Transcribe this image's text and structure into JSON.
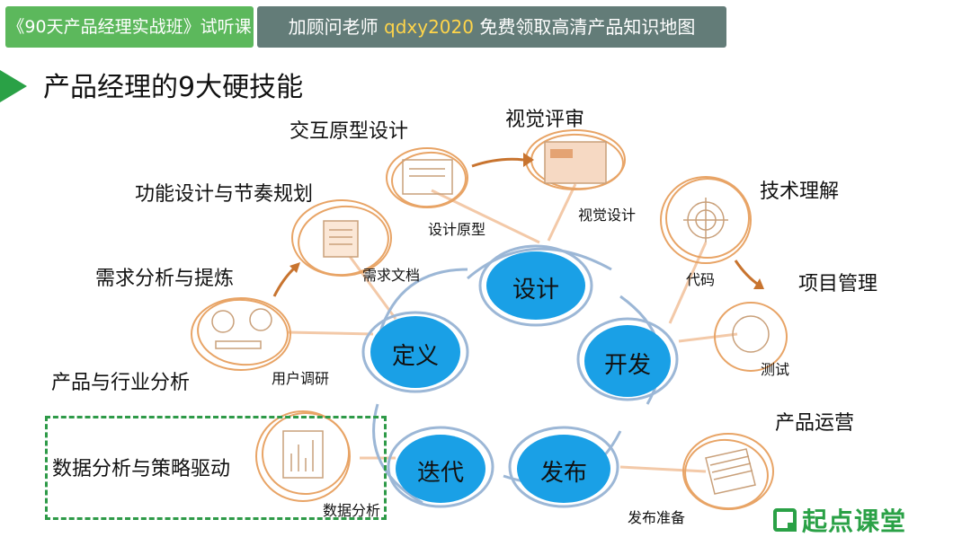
{
  "header": {
    "course_tag": "《90天产品经理实战班》试听课",
    "promo_prefix": "加顾问老师 ",
    "promo_id": "qdxy2020",
    "promo_suffix": " 免费领取高清产品知识地图"
  },
  "title": "产品经理的9大硬技能",
  "cycle": [
    "设计",
    "开发",
    "发布",
    "迭代",
    "定义"
  ],
  "skills": [
    "交互原型设计",
    "视觉评审",
    "功能设计与节奏规划",
    "技术理解",
    "需求分析与提炼",
    "项目管理",
    "产品与行业分析",
    "产品运营",
    "数据分析与策略驱动"
  ],
  "activities": [
    "设计原型",
    "视觉设计",
    "需求文档",
    "代码",
    "用户调研",
    "测试",
    "数据分析",
    "发布准备"
  ],
  "brand": {
    "name": "起点课堂",
    "color": "#2aa146"
  },
  "colors": {
    "cycle_fill": "#1aa0e6",
    "sketch_orange": "#e8a466",
    "arrow_brown": "#c8742f"
  }
}
